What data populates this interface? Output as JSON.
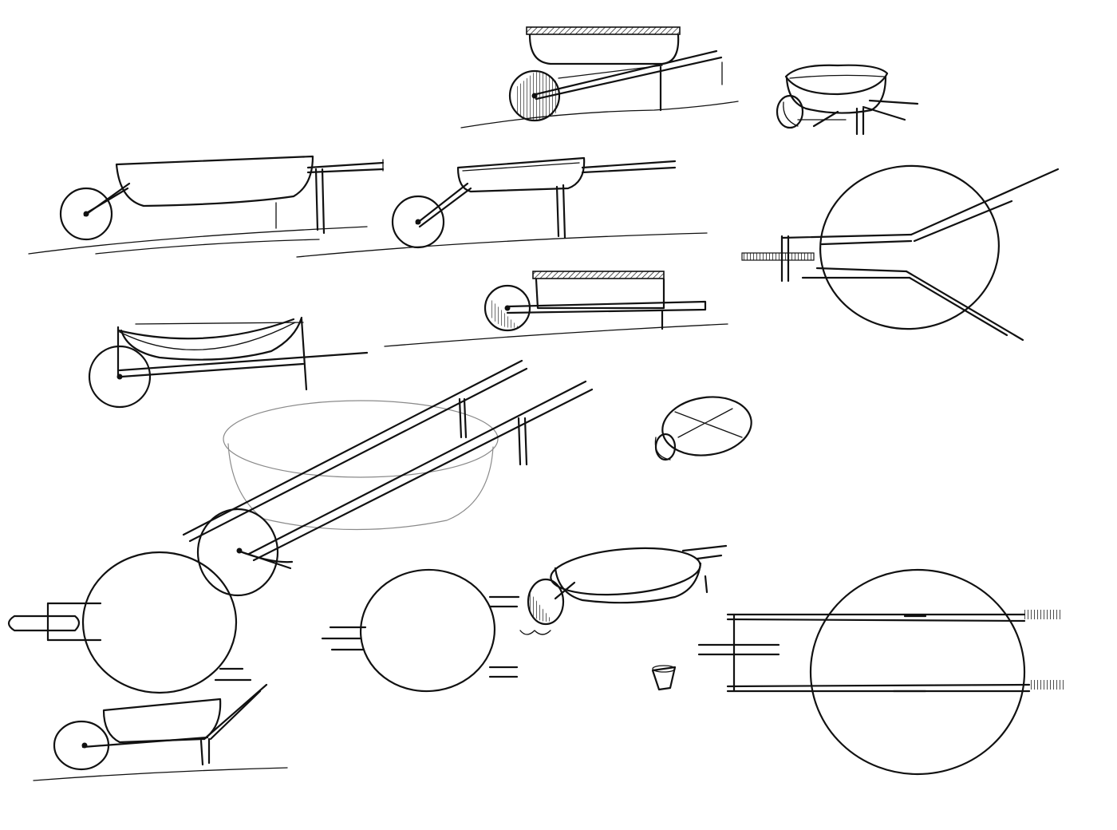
{
  "sheet": {
    "background": "#ffffff",
    "ink_color": "#111111",
    "faint_ink_color": "#8a8a8a",
    "medium": "pen sketch"
  },
  "sketches": [
    {
      "id": "top-section-view"
    },
    {
      "id": "top-right-perspective"
    },
    {
      "id": "side-view-1"
    },
    {
      "id": "side-view-2"
    },
    {
      "id": "big-wheel-front-view"
    },
    {
      "id": "side-view-3"
    },
    {
      "id": "hatched-side-view"
    },
    {
      "id": "perspective-long-handles"
    },
    {
      "id": "small-tub-sketch"
    },
    {
      "id": "wheel-front-view-left"
    },
    {
      "id": "wheel-front-view-middle"
    },
    {
      "id": "small-perspective"
    },
    {
      "id": "bucket-detail"
    },
    {
      "id": "big-wheel-top-view"
    },
    {
      "id": "bottom-side-view"
    }
  ]
}
